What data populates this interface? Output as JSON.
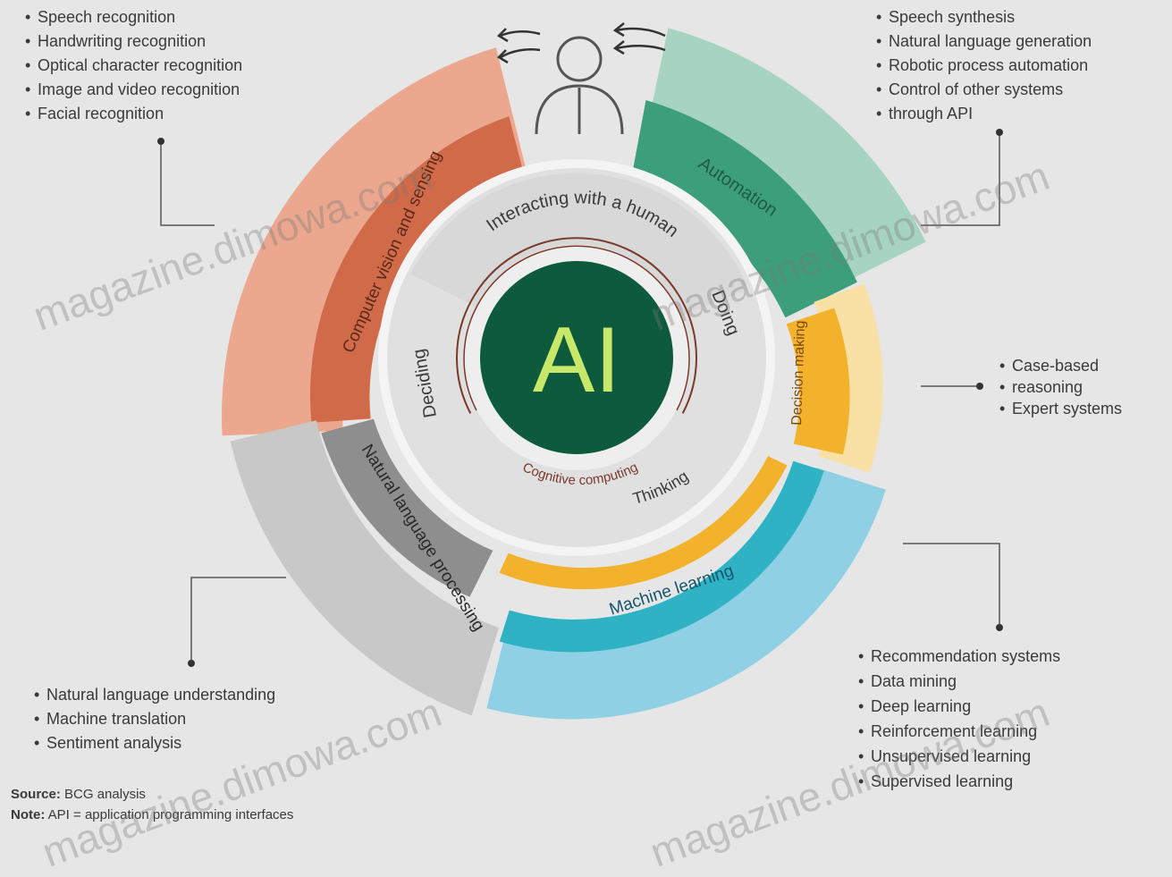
{
  "center_label": "AI",
  "inner_ring": {
    "interacting": "Interacting with a human",
    "doing": "Doing",
    "deciding": "Deciding",
    "thinking": "Thinking",
    "outer_arc": "Cognitive computing"
  },
  "segments": {
    "perception": "Computer vision and sensing",
    "nlp": "Natural language processing",
    "automation": "Automation",
    "decision": "Decision making",
    "ml": "Machine learning"
  },
  "lists": {
    "top_left": [
      "Speech recognition",
      "Handwriting recognition",
      "Optical character recognition",
      "Image and video recognition",
      "Facial recognition"
    ],
    "top_right": [
      "Speech synthesis",
      "Natural language generation",
      "Robotic process automation",
      "Control of other systems",
      "through API"
    ],
    "right_mid": [
      "Case-based",
      "reasoning",
      "Expert systems"
    ],
    "bottom_right": [
      "Recommendation systems",
      "Data mining",
      "Deep learning",
      "Reinforcement learning",
      "Unsupervised learning",
      "Supervised learning"
    ],
    "bottom_left": [
      "Natural language understanding",
      "Machine translation",
      "Sentiment analysis"
    ]
  },
  "notes": {
    "source_label": "Source:",
    "source_text": "BCG analysis",
    "abbr_label": "Note:",
    "abbr_text": "API = application programming interfaces"
  },
  "watermark": "magazine.dimowa.com",
  "colors": {
    "background": "#e6e6e6",
    "center": "#0d5a3c",
    "center_text": "#c8e86a",
    "perception_outer": "#eba88f",
    "perception_inner": "#d16a48",
    "automation_outer": "#a7d4c0",
    "automation_inner": "#3d9e7a",
    "decision_outer": "#f9e0a4",
    "decision_inner": "#f3b22c",
    "ml_outer": "#8fd0e4",
    "ml_inner": "#2fb3c4",
    "nlp_outer": "#c8c8c8",
    "nlp_inner": "#8e8e8e"
  }
}
